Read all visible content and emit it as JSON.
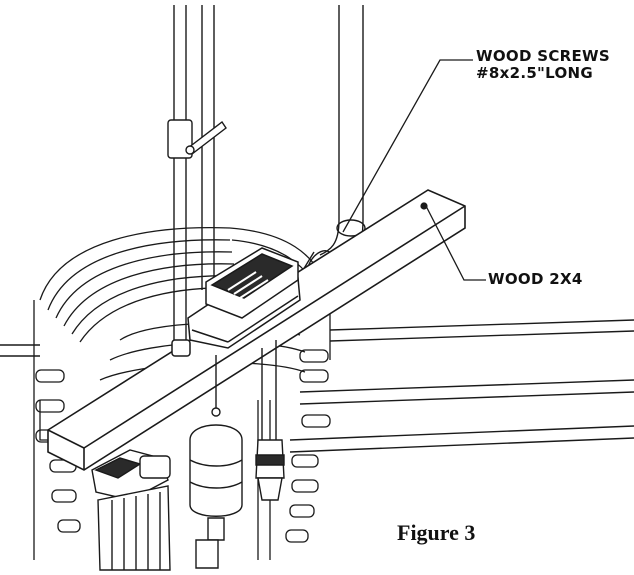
{
  "callouts": {
    "wood_screws_line1": "WOOD SCREWS",
    "wood_screws_line2": "#8x2.5\"LONG",
    "wood_2x4": "WOOD 2X4"
  },
  "caption": "Figure 3",
  "colors": {
    "line": "#1a1a1a",
    "shade": "#2a2a2a",
    "paper": "#ffffff"
  }
}
